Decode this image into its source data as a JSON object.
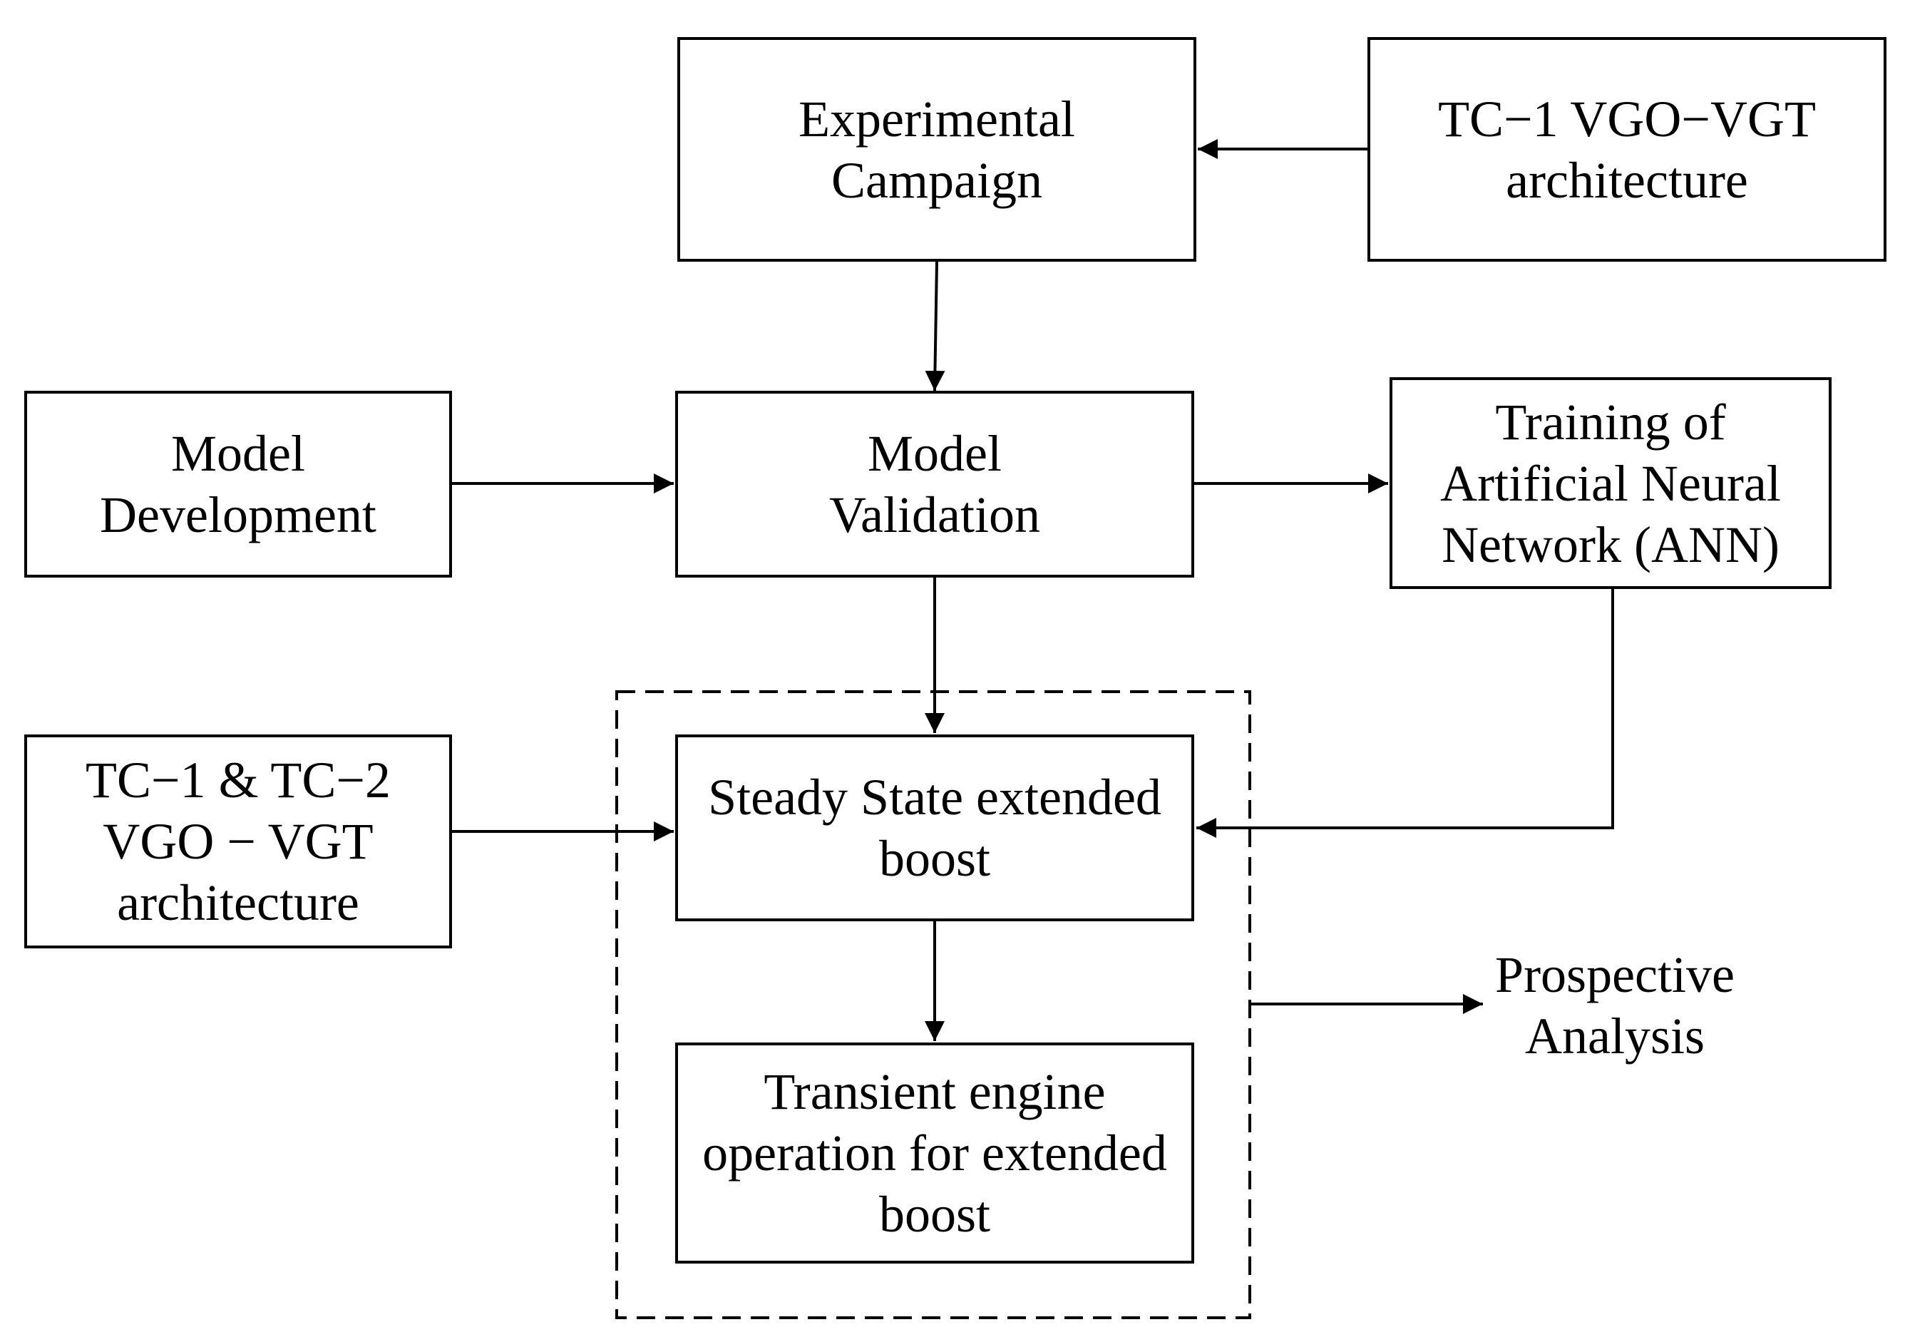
{
  "nodes": {
    "experimental_campaign": {
      "lines": [
        "Experimental",
        "Campaign"
      ]
    },
    "tc1_architecture": {
      "lines": [
        "TC−1 VGO−VGT",
        "architecture"
      ]
    },
    "model_development": {
      "lines": [
        "Model",
        "Development"
      ]
    },
    "model_validation": {
      "lines": [
        "Model",
        "Validation"
      ]
    },
    "ann_training": {
      "lines": [
        "Training of",
        "Artificial Neural",
        "Network (ANN)"
      ]
    },
    "tc1_tc2_architecture": {
      "lines": [
        "TC−1 & TC−2",
        "VGO − VGT",
        "architecture"
      ]
    },
    "steady_state": {
      "lines": [
        "Steady State extended",
        "boost"
      ]
    },
    "transient_operation": {
      "lines": [
        "Transient engine",
        "operation for extended",
        "boost"
      ]
    },
    "prospective_analysis": {
      "lines": [
        "Prospective",
        "Analysis"
      ]
    }
  },
  "edges": [
    {
      "from": "tc1_architecture",
      "to": "experimental_campaign"
    },
    {
      "from": "experimental_campaign",
      "to": "model_validation"
    },
    {
      "from": "model_development",
      "to": "model_validation"
    },
    {
      "from": "model_validation",
      "to": "ann_training"
    },
    {
      "from": "model_validation",
      "to": "steady_state"
    },
    {
      "from": "ann_training",
      "to": "steady_state"
    },
    {
      "from": "tc1_tc2_architecture",
      "to": "steady_state"
    },
    {
      "from": "steady_state",
      "to": "transient_operation"
    },
    {
      "from": "prospective_group",
      "to": "prospective_analysis"
    }
  ],
  "colors": {
    "line": "#000000",
    "box_fill": "#ffffff",
    "background": "#ffffff"
  }
}
